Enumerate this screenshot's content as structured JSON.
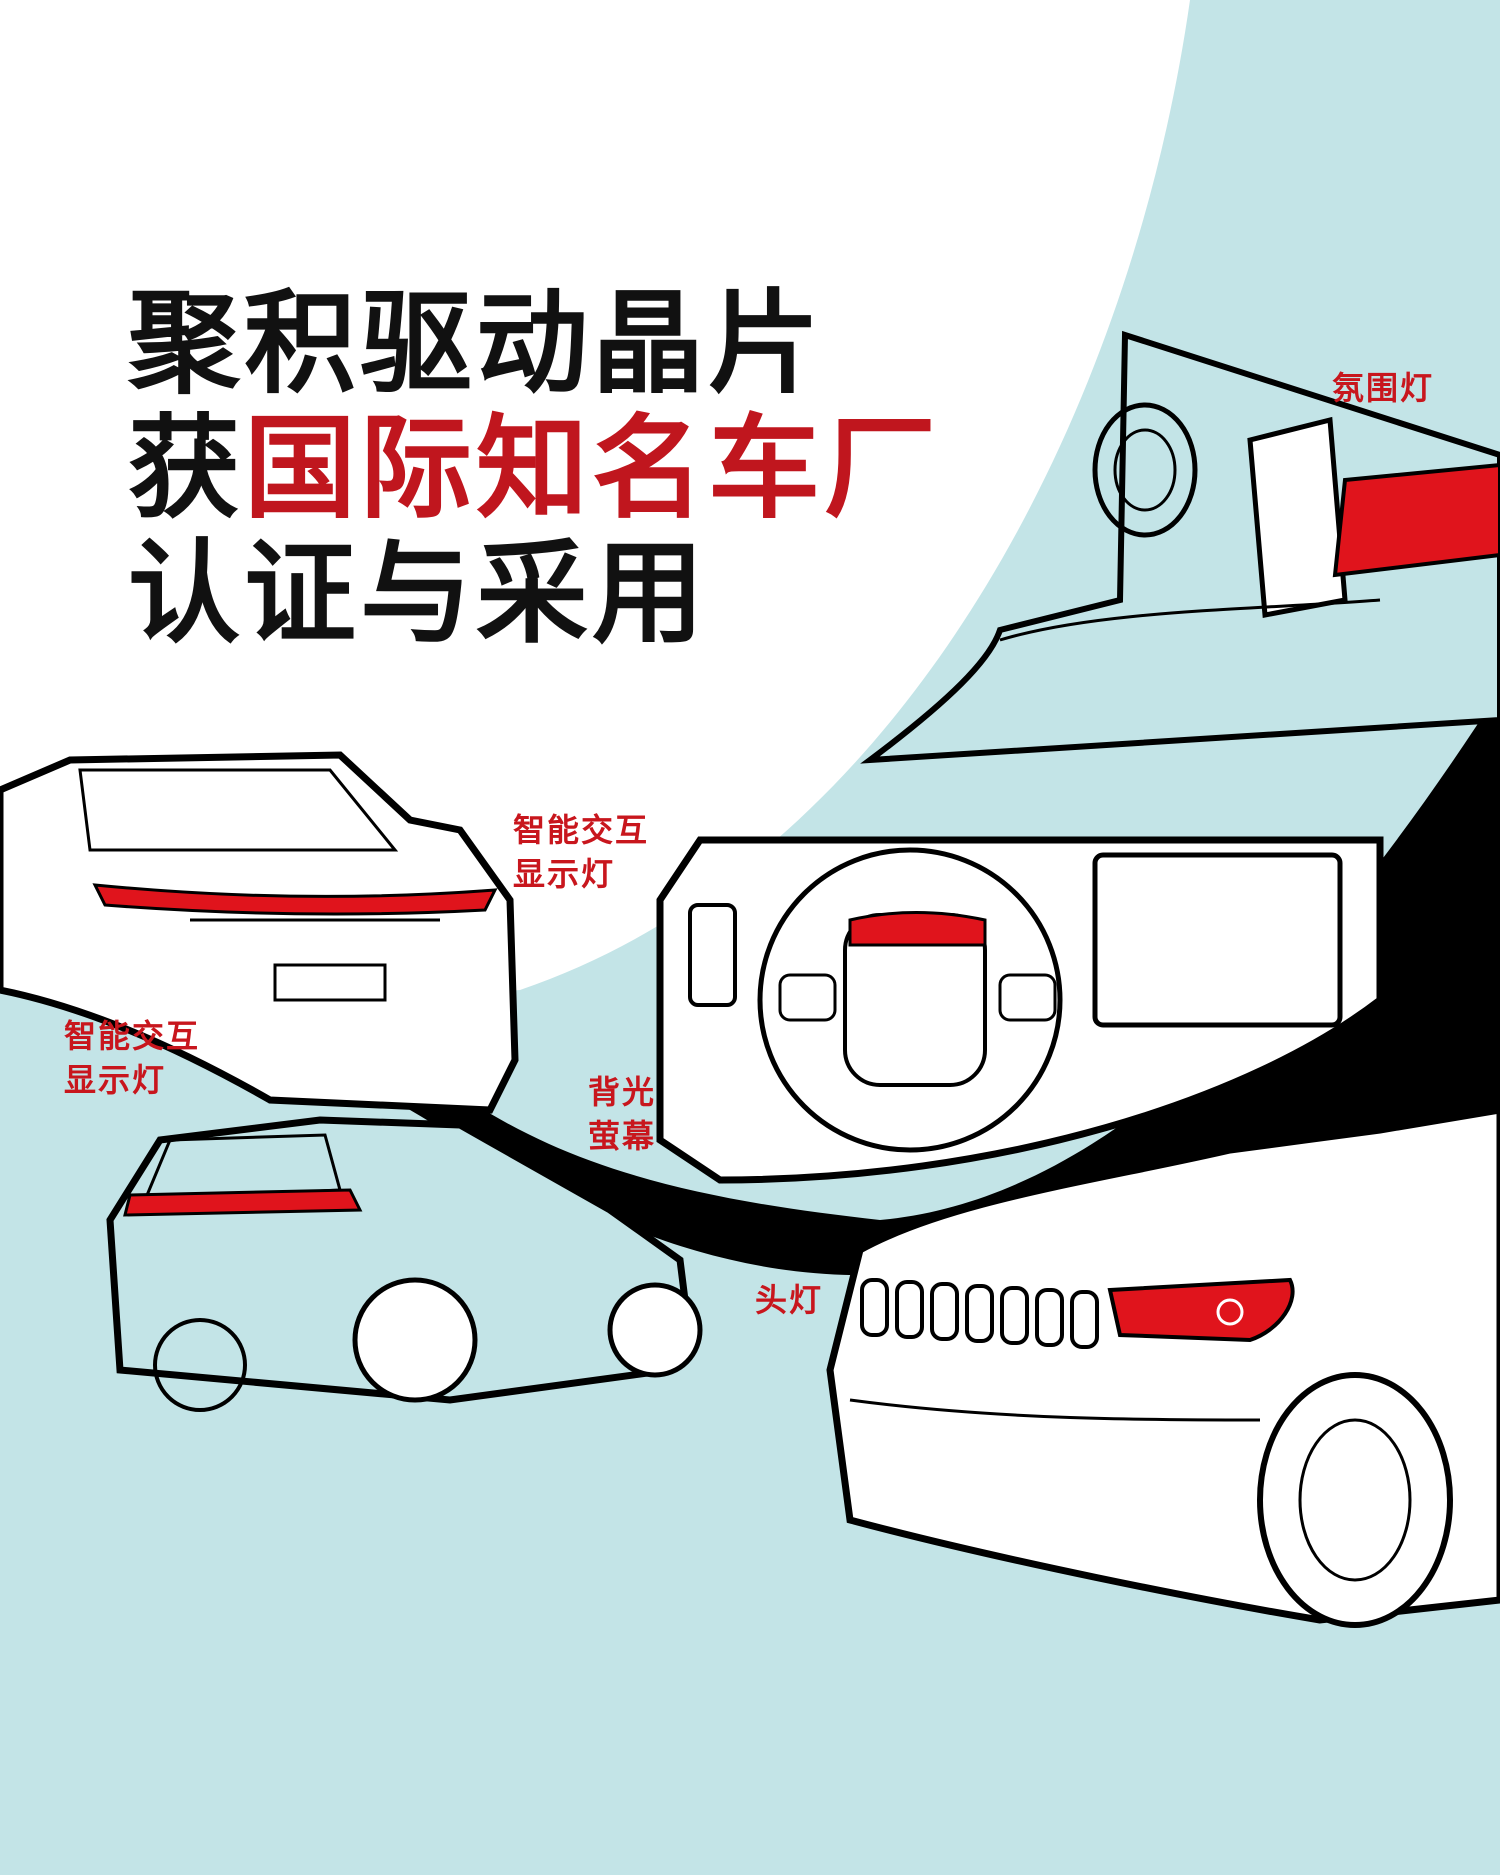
{
  "headline": {
    "line1": "聚积驱动晶片",
    "line2_prefix": "获",
    "line2_highlight": "国际知名车厂",
    "line3": "认证与采用"
  },
  "labels": {
    "ambient_light": "氛围灯",
    "interactive_display_top": [
      "智能交互",
      "显示灯"
    ],
    "interactive_display_left": [
      "智能交互",
      "显示灯"
    ],
    "backlight_screen": [
      "背光",
      "萤幕"
    ],
    "headlight": "头灯"
  },
  "colors": {
    "background": "#c3e4e7",
    "accent_red": "#c0161e",
    "wave": "#000000",
    "white": "#ffffff"
  }
}
